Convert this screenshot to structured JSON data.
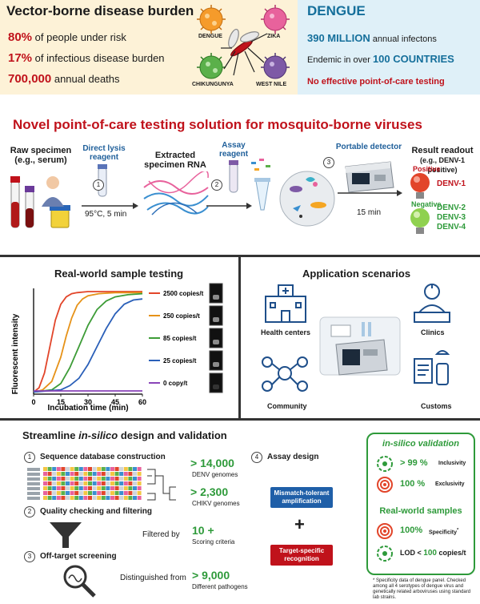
{
  "top_left": {
    "title": "Vector-borne disease burden",
    "stats": [
      {
        "value": "80%",
        "text": " of people under risk"
      },
      {
        "value": "17%",
        "text": " of infectious disease burden"
      },
      {
        "value": "700,000",
        "text": " annual deaths"
      }
    ],
    "viruses": [
      "DENGUE",
      "ZIKA",
      "CHIKUNGUNYA",
      "WEST NILE"
    ],
    "virus_colors": [
      "#f59b2b",
      "#e8629c",
      "#5bb04a",
      "#7e5aa6"
    ]
  },
  "top_right": {
    "title": "DENGUE",
    "line1_value": "390 MILLION",
    "line1_text": " annual infectons",
    "line2_text": "Endemic in over ",
    "line2_value": "100 COUNTRIES",
    "line3": "No effective point-of-care testing"
  },
  "workflow": {
    "title": "Novel point-of-care testing solution for mosquito-borne viruses",
    "raw_specimen": "Raw specimen",
    "raw_specimen_sub": "(e.g., serum)",
    "direct_lysis": "Direct lysis",
    "direct_lysis2": "reagent",
    "step1": "1",
    "lysis_cond": "95°C, 5 min",
    "extracted": "Extracted",
    "extracted2": "specimen RNA",
    "assay": "Assay",
    "assay2": "reagent",
    "step2": "2",
    "portable": "Portable detector",
    "step3": "3",
    "time": "15 min",
    "result": "Result readout",
    "result_sub": "(e.g., DENV-1 positive)",
    "positive": "Positive",
    "negative": "Negative",
    "pos_list": [
      "DENV-1"
    ],
    "neg_list": [
      "DENV-2",
      "DENV-3",
      "DENV-4"
    ]
  },
  "chart_data": {
    "type": "line",
    "title": "Real-world sample testing",
    "xlabel": "Incubation time (min)",
    "ylabel": "Fluorescent intensity",
    "xlim": [
      0,
      60
    ],
    "xticks": [
      0,
      15,
      30,
      45,
      60
    ],
    "series": [
      {
        "name": "2500 copies/t",
        "color": "#e2452a",
        "x": [
          0,
          3,
          6,
          9,
          12,
          15,
          18,
          21,
          24,
          30,
          40,
          50,
          60
        ],
        "y": [
          0.02,
          0.06,
          0.2,
          0.45,
          0.7,
          0.85,
          0.92,
          0.95,
          0.96,
          0.97,
          0.97,
          0.97,
          0.97
        ]
      },
      {
        "name": "250 copies/t",
        "color": "#e69218",
        "x": [
          0,
          5,
          10,
          15,
          18,
          21,
          24,
          27,
          30,
          36,
          45,
          60
        ],
        "y": [
          0.02,
          0.04,
          0.12,
          0.35,
          0.55,
          0.72,
          0.84,
          0.9,
          0.93,
          0.95,
          0.96,
          0.96
        ]
      },
      {
        "name": "85 copies/t",
        "color": "#3d9c37",
        "x": [
          0,
          10,
          15,
          20,
          25,
          30,
          35,
          40,
          45,
          52,
          60
        ],
        "y": [
          0.02,
          0.04,
          0.1,
          0.25,
          0.45,
          0.65,
          0.8,
          0.88,
          0.92,
          0.94,
          0.95
        ]
      },
      {
        "name": "25 copies/t",
        "color": "#2a5fb8",
        "x": [
          0,
          15,
          20,
          25,
          30,
          35,
          40,
          45,
          50,
          55,
          60
        ],
        "y": [
          0.02,
          0.04,
          0.08,
          0.15,
          0.28,
          0.45,
          0.62,
          0.76,
          0.85,
          0.89,
          0.9
        ]
      },
      {
        "name": "0 copy/t",
        "color": "#8a45b8",
        "x": [
          0,
          60
        ],
        "y": [
          0.03,
          0.03
        ]
      }
    ]
  },
  "scenarios": {
    "title": "Application scenarios",
    "items": [
      "Health centers",
      "Clinics",
      "Community",
      "Customs"
    ]
  },
  "bottom": {
    "title_pre": "Streamline ",
    "title_em": "in-silico",
    "title_post": " design and validation",
    "step1": "Sequence database construction",
    "step2": "Quality checking and filtering",
    "step3": "Off-target screening",
    "step4": "Assay design",
    "n1": "1",
    "n2": "2",
    "n3": "3",
    "n4": "4",
    "denv_num": "> 14,000",
    "denv_txt": "DENV genomes",
    "chikv_num": "> 2,300",
    "chikv_txt": "CHIKV genomes",
    "filtered_by": "Filtered by",
    "scoring_num": "10 +",
    "scoring_txt": "Scoring criteria",
    "distinguished": "Distinguished from",
    "path_num": "> 9,000",
    "path_txt": "Different pathogens",
    "mismatch": "Mismatch-tolerant amplification",
    "plus": "+",
    "target": "Target-specific recognition"
  },
  "validation": {
    "insilico": "in-silico validation",
    "incl_num": "> 99 %",
    "incl_txt": "Inclusivity",
    "excl_num": "100 %",
    "excl_txt": "Exclusivity",
    "real_world": "Real-world samples",
    "spec_num": "100%",
    "spec_txt": "Specificity",
    "spec_sup": "*",
    "lod_pre": "LOD < ",
    "lod_num": "100",
    "lod_unit": " copies/t",
    "footnote": "* Specificity data of dengue panel. Checked among all 4 serotypes of dengue virus and genetically related arboviruses using standard lab strains."
  }
}
